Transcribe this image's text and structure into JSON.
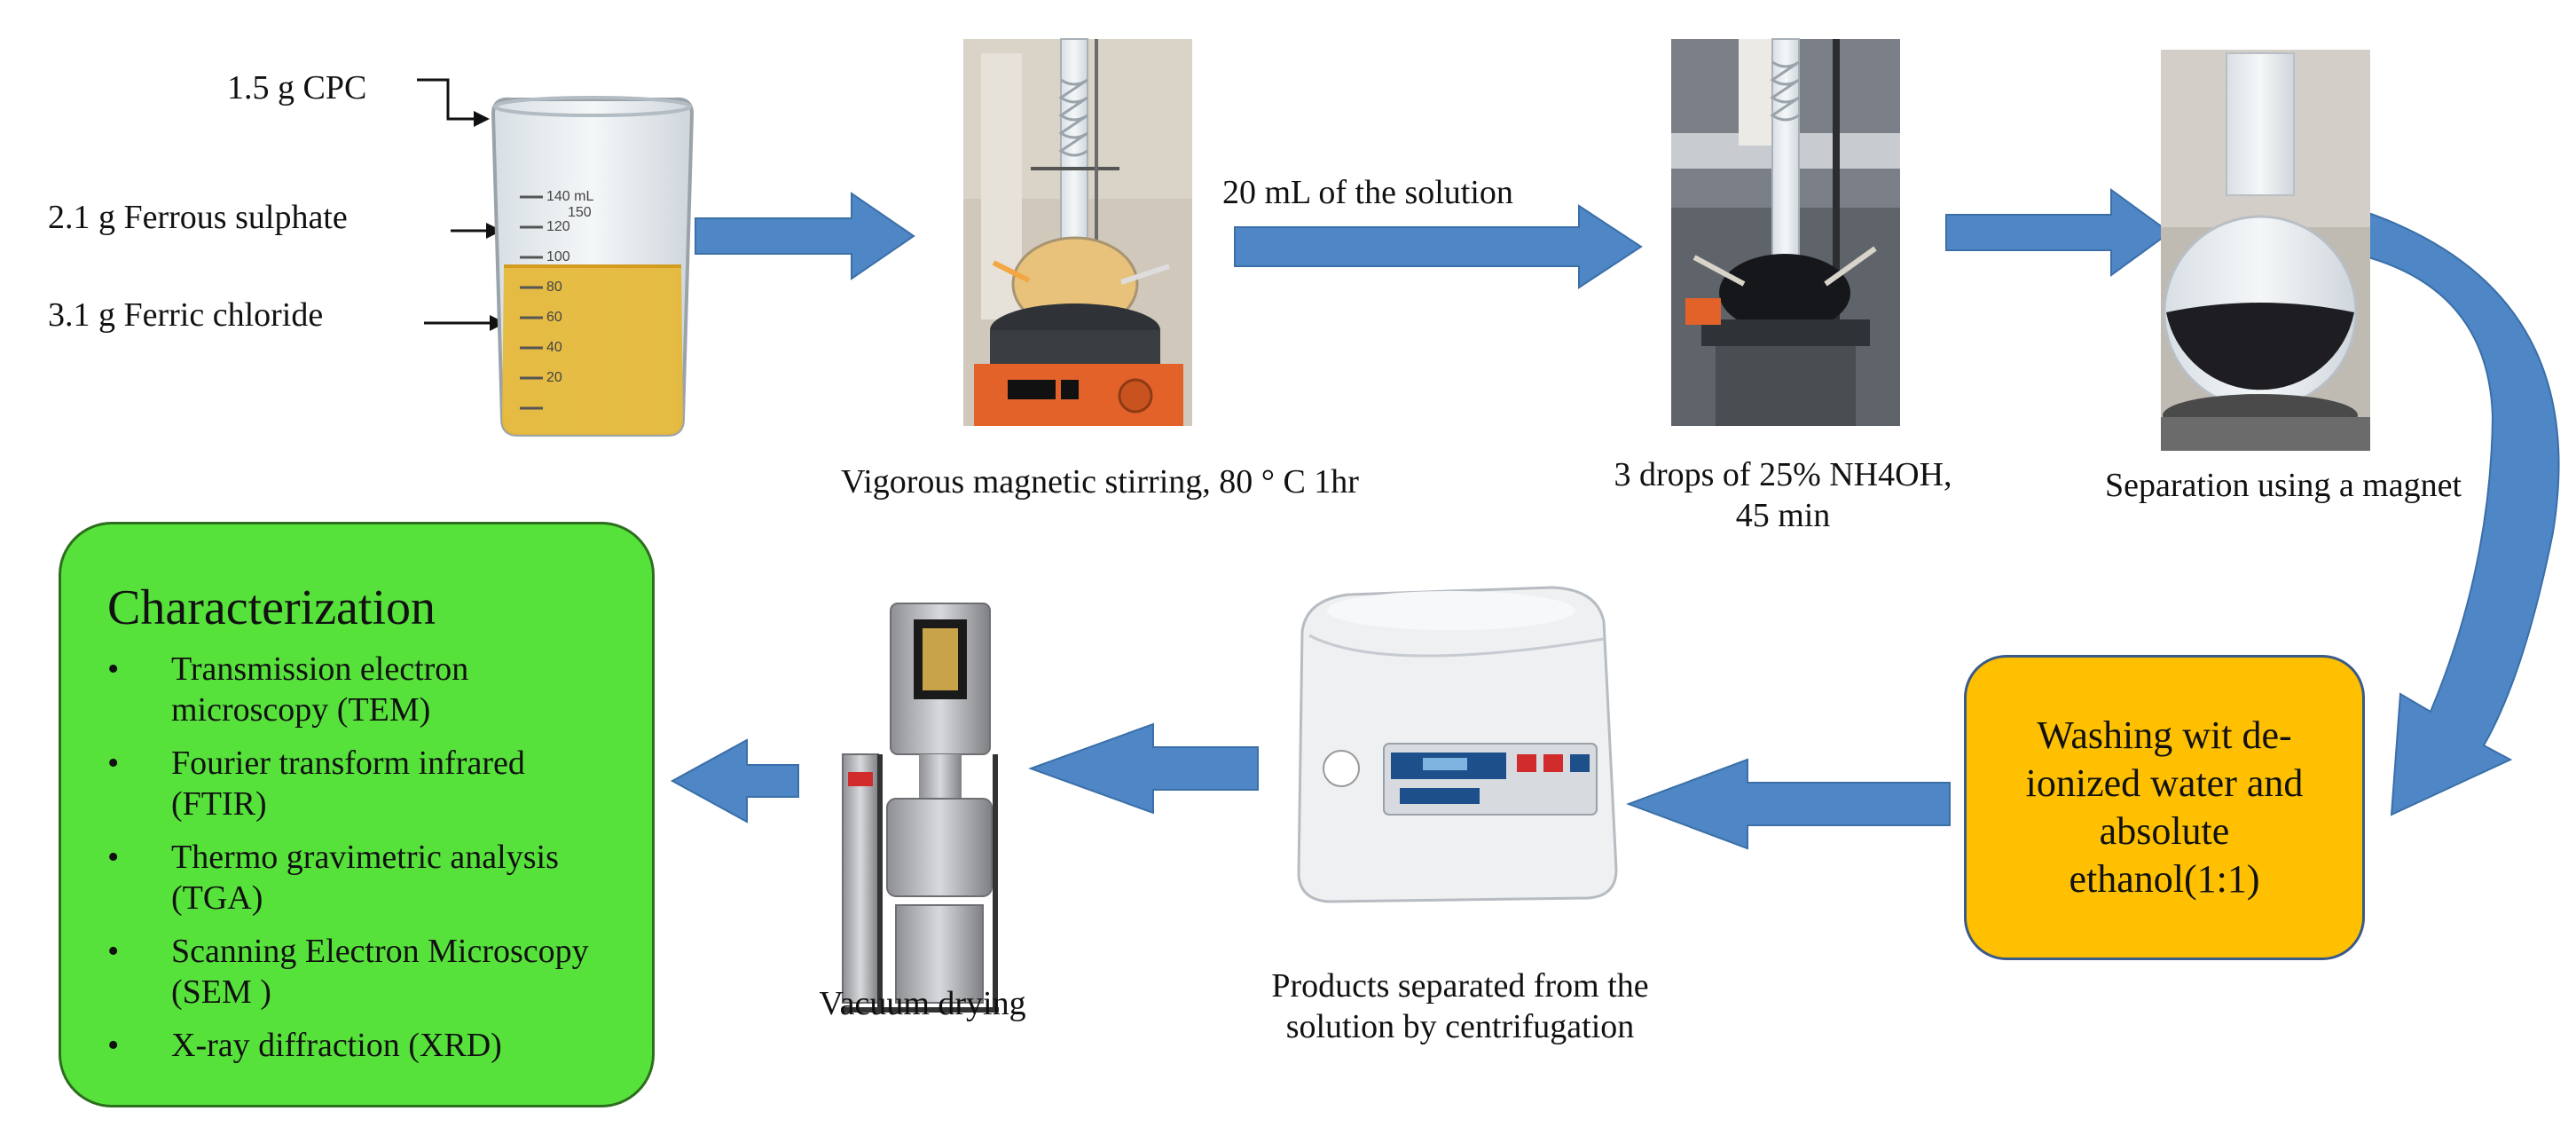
{
  "reagents": {
    "cpc": "1.5 g CPC",
    "ferrous": "2.1 g Ferrous sulphate",
    "ferric": "3.1 g Ferric chloride"
  },
  "beaker_scale": [
    "140 mL",
    "150",
    "120",
    "100",
    "80",
    "60",
    "40",
    "20"
  ],
  "steps": {
    "stirring": "Vigorous magnetic stirring, 80 ° C 1hr",
    "solution_transfer": "20 mL of the solution",
    "nh4oh_line1": "3 drops of 25% NH4OH,",
    "nh4oh_line2": "45 min",
    "magnet": "Separation using a magnet",
    "washing": "Washing wit de-ionized water and absolute ethanol(1:1)",
    "centrifuge_line1": "Products separated from the",
    "centrifuge_line2": "solution by centrifugation",
    "drying": "Vacuum drying"
  },
  "characterization": {
    "title": "Characterization",
    "items": [
      "Transmission electron microscopy (TEM)",
      "Fourier transform infrared (FTIR)",
      "Thermo gravimetric analysis (TGA)",
      "Scanning Electron Microscopy (SEM )",
      "X-ray diffraction (XRD)"
    ]
  },
  "colors": {
    "arrow_blue": "#4f86c6",
    "arrow_outline": "#3a6fa8",
    "characterization_fill": "#57e23b",
    "washing_fill": "#fec000",
    "solution_yellow": "#e5b83a",
    "dark_product": "#1e1e22"
  }
}
